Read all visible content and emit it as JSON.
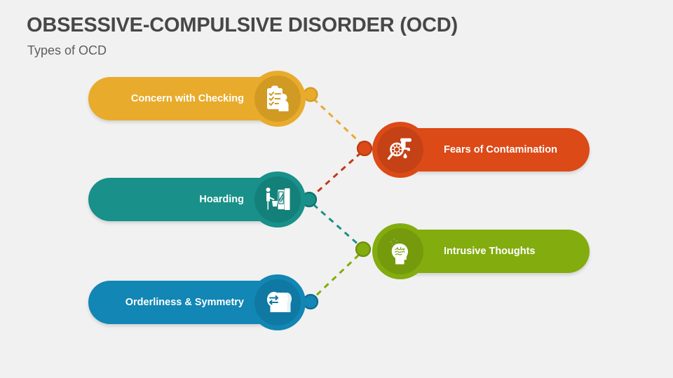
{
  "slide": {
    "background_color": "#f1f1f1",
    "title": "OBSESSIVE-COMPULSIVE DISORDER (OCD)",
    "subtitle": "Types of OCD"
  },
  "nodes": [
    {
      "id": "concern-with-checking",
      "label": "Concern with Checking",
      "side": "left",
      "color": "#e8ab2c",
      "bubble_outer": "#e8ab2c",
      "bubble_inner": "#d19a23",
      "icon": "clipboard-checklist-person-icon",
      "dot_color": "#e8ab2c"
    },
    {
      "id": "hoarding",
      "label": "Hoarding",
      "side": "left",
      "color": "#199089",
      "bubble_outer": "#199089",
      "bubble_inner": "#14807a",
      "icon": "person-cabinet-hoarding-icon",
      "dot_color": "#199089"
    },
    {
      "id": "orderliness-and-symmetry",
      "label": "Orderliness & Symmetry",
      "side": "left",
      "color": "#1286b4",
      "bubble_outer": "#1286b4",
      "bubble_inner": "#0f79a3",
      "icon": "heads-arrows-symmetry-icon",
      "dot_color": "#1286b4"
    },
    {
      "id": "fears-of-contamination",
      "label": "Fears of Contamination",
      "side": "right",
      "color": "#dc4a18",
      "bubble_outer": "#dc4a18",
      "bubble_inner": "#c44215",
      "icon": "faucet-germ-magnifier-icon",
      "dot_color": "#dc4a18"
    },
    {
      "id": "intrusive-thoughts",
      "label": "Intrusive Thoughts",
      "side": "right",
      "color": "#83ac0e",
      "bubble_outer": "#83ac0e",
      "bubble_inner": "#759b0c",
      "icon": "head-brain-birds-icon",
      "dot_color": "#83ac0e"
    }
  ],
  "connectors": [
    {
      "id": "checking-to-contamination",
      "color": "#e8ab2c",
      "from": "concern-with-checking",
      "to": "fears-of-contamination"
    },
    {
      "id": "contamination-to-hoarding",
      "color": "#c0391b",
      "from": "fears-of-contamination",
      "to": "hoarding"
    },
    {
      "id": "hoarding-to-intrusive",
      "color": "#199089",
      "from": "hoarding",
      "to": "intrusive-thoughts"
    },
    {
      "id": "intrusive-to-orderliness",
      "color": "#83ac0e",
      "from": "intrusive-thoughts",
      "to": "orderliness-and-symmetry"
    }
  ]
}
